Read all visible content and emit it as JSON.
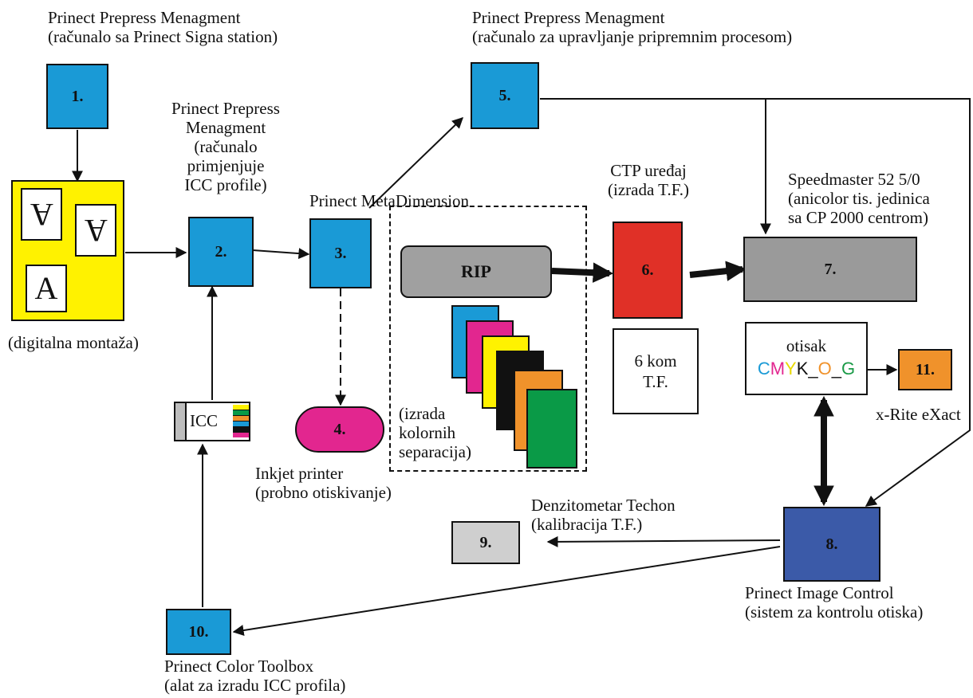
{
  "labels": {
    "top_left": [
      "Prinect Prepress Menagment",
      "(računalo sa Prinect Signa station)"
    ],
    "top_right": [
      "Prinect Prepress Menagment",
      "(računalo za upravljanje pripremnim procesom)"
    ],
    "icc_apply": [
      "Prinect Prepress",
      "Menagment",
      "(računalo",
      "primjenjuje",
      "ICC profile)"
    ],
    "metadimension": "Prinect MetaDimension",
    "ctp": [
      "CTP uređaj",
      "(izrada T.F.)"
    ],
    "speedmaster": [
      "Speedmaster 52 5/0",
      "(anicolor tis. jedinica",
      "sa CP 2000 centrom)"
    ],
    "digital": "(digitalna montaža)",
    "inkjet": [
      "Inkjet printer",
      "(probno otiskivanje)"
    ],
    "separations": [
      "(izrada",
      "kolornih",
      "separacija)"
    ],
    "densitometer": [
      "Denzitometar Techon",
      "(kalibracija T.F.)"
    ],
    "image_control": [
      "Prinect Image Control",
      "(sistem za kontrolu otiska)"
    ],
    "color_toolbox": [
      "Prinect Color Toolbox",
      "(alat za izradu ICC profila)"
    ],
    "xrite": "x-Rite eXact"
  },
  "boxes": {
    "b1": "1.",
    "b2": "2.",
    "b3": "3.",
    "b4": "4.",
    "b5": "5.",
    "b6": "6.",
    "b7": "7.",
    "b8": "8.",
    "b9": "9.",
    "b10": "10.",
    "b11": "11.",
    "rip": "RIP",
    "plates": [
      "6 kom",
      "T.F."
    ],
    "icc": "ICC",
    "otisak": "otisak",
    "page_glyph_flipped": "A",
    "page_glyph": "A"
  },
  "cmyk_letters": [
    {
      "ch": "C",
      "color": "#1a9ad6"
    },
    {
      "ch": "M",
      "color": "#e2268f"
    },
    {
      "ch": "Y",
      "color": "#e8d800"
    },
    {
      "ch": "K",
      "color": "#111111"
    },
    {
      "ch": "_",
      "color": "#111111"
    },
    {
      "ch": "O",
      "color": "#f0922b"
    },
    {
      "ch": "_",
      "color": "#111111"
    },
    {
      "ch": "G",
      "color": "#1a9a47"
    }
  ],
  "colors": {
    "blue": "#1a9ad6",
    "magenta": "#e2268f",
    "yellow": "#fff200",
    "black": "#111111",
    "orange": "#f0922b",
    "green": "#0a9a47",
    "red": "#e03027",
    "gray": "#9a9a9a",
    "light_gray": "#cfcfcf",
    "dark_blue": "#3b5aa8",
    "rip_gray": "#a0a0a0"
  }
}
